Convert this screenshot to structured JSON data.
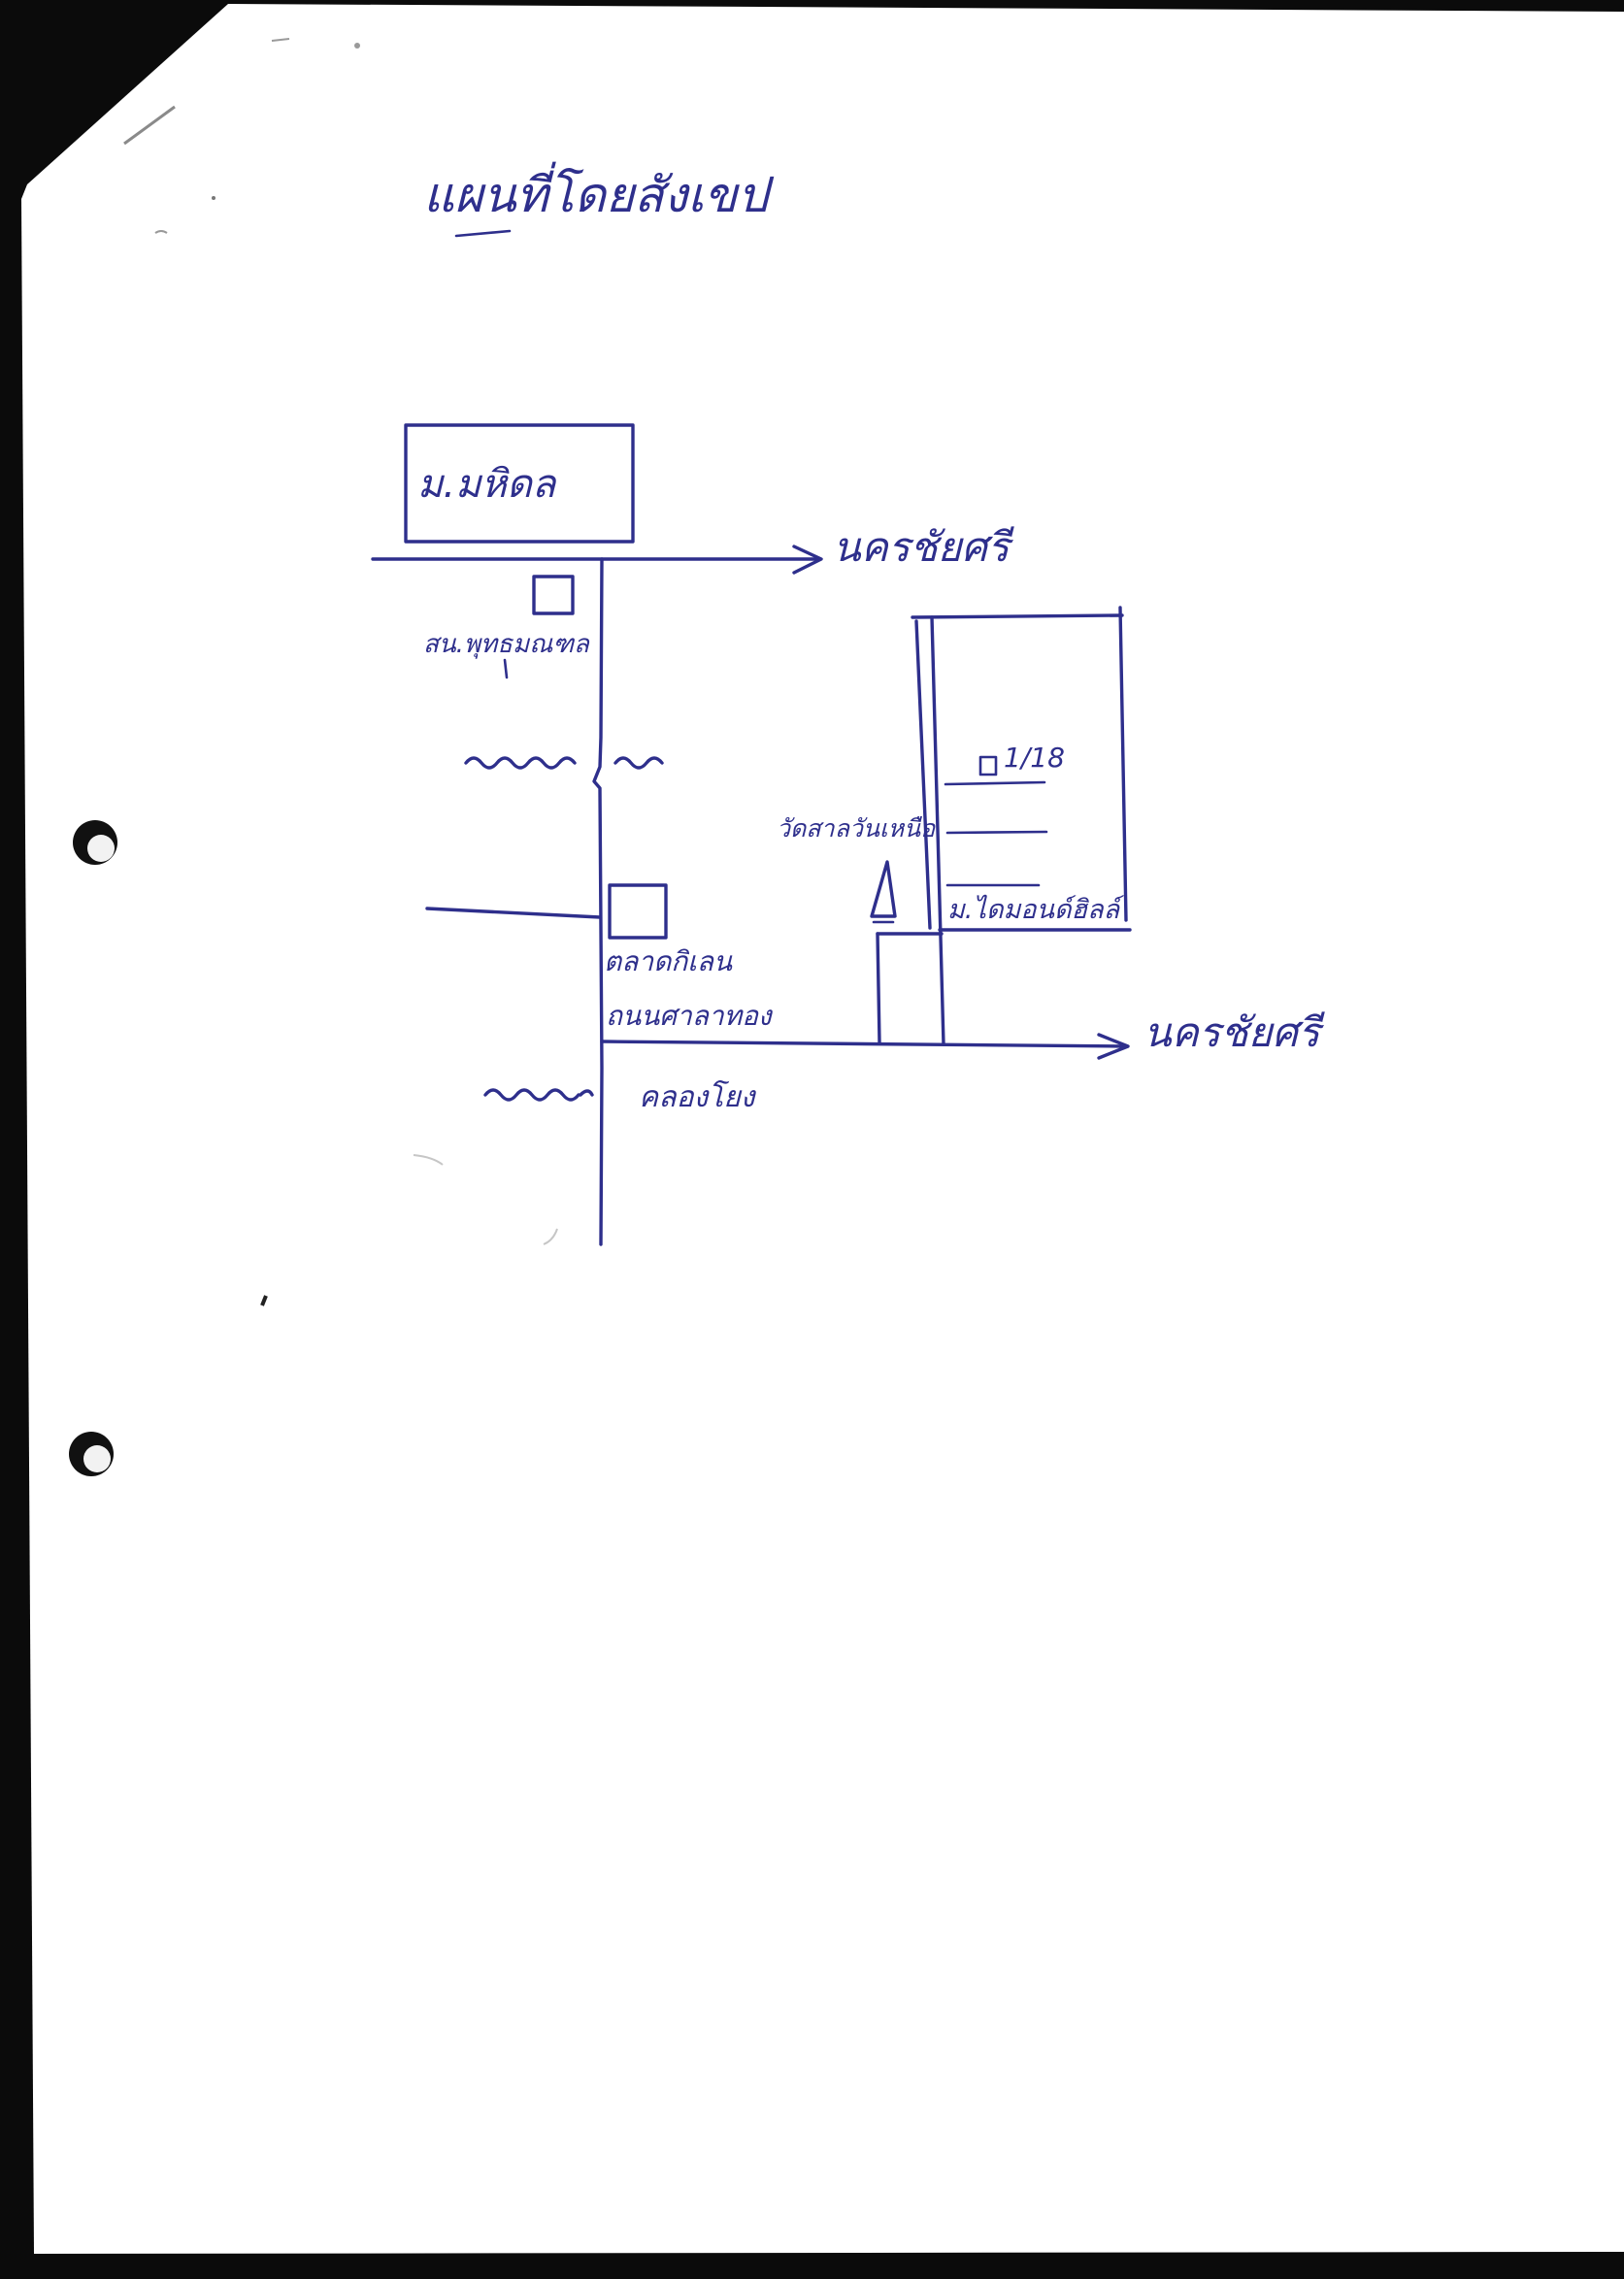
{
  "document": {
    "title": "แผนที่โดยสังเขป",
    "colors": {
      "ink": "#2e2f8c",
      "paper": "#ffffff",
      "scanner_border": "#0b0b0b",
      "punch_hole": "#111111"
    }
  },
  "map": {
    "labels": {
      "mahidol_university": "ม.มหิดล",
      "nakhon_chaisri_top": "นครชัยศรี",
      "police_station": "สน.พุทธมณฑล",
      "market": "ตลาดกิเลน",
      "road": "ถนนศาลาทอง",
      "canal": "คลองโยง",
      "temple": "วัดสาลวันเหนือ",
      "house_number": "1/18",
      "village": "ม.ไดมอนด์ฮิลล์",
      "nakhon_chaisri_bottom": "นครชัยศรี"
    },
    "icons": {
      "police_station_marker": "square-building-icon",
      "market_marker": "square-building-icon",
      "house_marker": "small-square-house-icon",
      "temple_marker": "triangle-temple-icon",
      "canal_marker": "wavy-canal-icon",
      "direction_marker": "arrow-right-icon"
    }
  }
}
